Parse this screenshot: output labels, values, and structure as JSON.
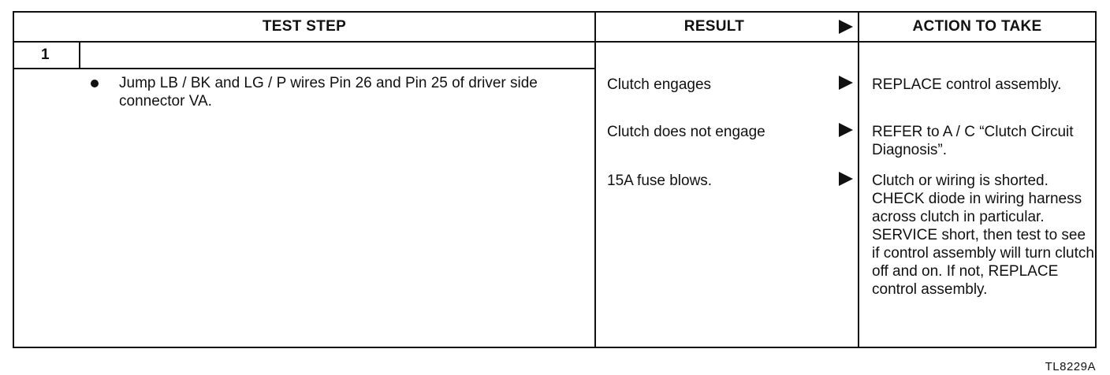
{
  "headers": {
    "test_step": "TEST STEP",
    "result": "RESULT",
    "action": "ACTION TO TAKE"
  },
  "step": {
    "number": "1",
    "instruction": "Jump LB / BK and LG / P wires Pin 26 and Pin 25 of driver side connector VA."
  },
  "rows": [
    {
      "result": "Clutch engages",
      "action": "REPLACE control assembly."
    },
    {
      "result": "Clutch does not engage",
      "action": "REFER to A / C “Clutch Circuit Diagnosis”."
    },
    {
      "result": "15A fuse blows.",
      "action": "Clutch or wiring is shorted. CHECK diode in wiring harness across clutch in particular. SERVICE short, then test to see if control assembly will turn clutch off and on. If not, REPLACE control assembly."
    }
  ],
  "figure_id": "TL8229A"
}
